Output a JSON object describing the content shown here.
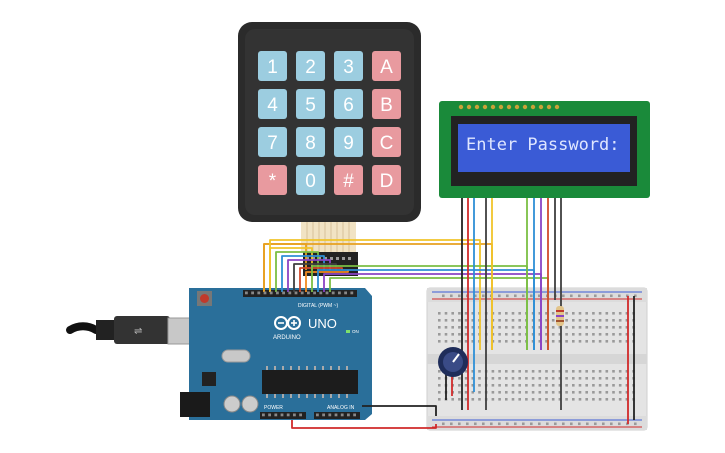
{
  "keypad": {
    "keys": [
      {
        "label": "1",
        "kind": "num"
      },
      {
        "label": "2",
        "kind": "num"
      },
      {
        "label": "3",
        "kind": "num"
      },
      {
        "label": "A",
        "kind": "letter"
      },
      {
        "label": "4",
        "kind": "num"
      },
      {
        "label": "5",
        "kind": "num"
      },
      {
        "label": "6",
        "kind": "num"
      },
      {
        "label": "B",
        "kind": "letter"
      },
      {
        "label": "7",
        "kind": "num"
      },
      {
        "label": "8",
        "kind": "num"
      },
      {
        "label": "9",
        "kind": "num"
      },
      {
        "label": "C",
        "kind": "letter"
      },
      {
        "label": "*",
        "kind": "letter"
      },
      {
        "label": "0",
        "kind": "num"
      },
      {
        "label": "#",
        "kind": "letter"
      },
      {
        "label": "D",
        "kind": "letter"
      }
    ]
  },
  "lcd": {
    "text": "Enter Password:"
  },
  "arduino": {
    "logo_text": "ARDUINO",
    "model": "UNO",
    "digital_label": "DIGITAL (PWM ~)",
    "power_label": "POWER",
    "analog_label": "ANALOG IN",
    "on_label": "ON"
  },
  "colors": {
    "key_num": "#9ccde0",
    "key_letter": "#e89a9f",
    "keypad_body": "#2b2b2b",
    "lcd_board": "#1a8a3a",
    "lcd_screen": "#3a5bd6",
    "lcd_text": "#dfe6ff",
    "arduino_board": "#2a6f9a",
    "breadboard": "#e6e6e6"
  }
}
